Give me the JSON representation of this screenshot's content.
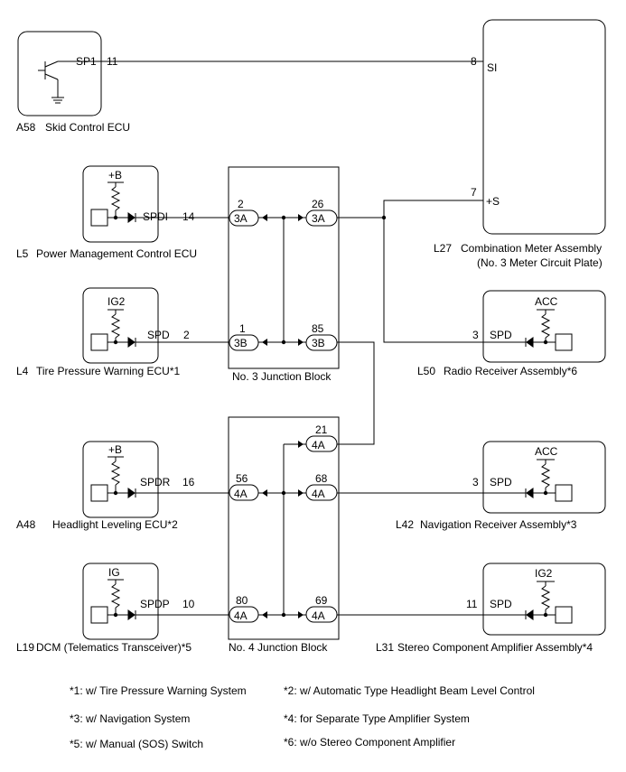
{
  "components": {
    "a58": {
      "code": "A58",
      "name": "Skid Control ECU",
      "signal": "SP1",
      "pin": "11"
    },
    "meter": {
      "code": "L27",
      "name": "Combination Meter Assembly",
      "subname": "(No. 3 Meter Circuit Plate)",
      "pin_si": "8",
      "label_si": "SI",
      "pin_s": "7",
      "label_s": "+S"
    },
    "l5": {
      "code": "L5",
      "name": "Power Management Control ECU",
      "supply": "+B",
      "signal": "SPDI",
      "pin": "14"
    },
    "l4": {
      "code": "L4",
      "name": "Tire Pressure Warning ECU*1",
      "supply": "IG2",
      "signal": "SPD",
      "pin": "2"
    },
    "l50": {
      "code": "L50",
      "name": "Radio Receiver Assembly*6",
      "supply": "ACC",
      "signal": "SPD",
      "pin": "3"
    },
    "a48": {
      "code": "A48",
      "name": "Headlight Leveling ECU*2",
      "supply": "+B",
      "signal": "SPDR",
      "pin": "16"
    },
    "l42": {
      "code": "L42",
      "name": "Navigation Receiver Assembly*3",
      "supply": "ACC",
      "signal": "SPD",
      "pin": "3"
    },
    "l19": {
      "code": "L19",
      "name": "DCM (Telematics Transceiver)*5",
      "supply": "IG",
      "signal": "SPDP",
      "pin": "10"
    },
    "l31": {
      "code": "L31",
      "name": "Stereo Component Amplifier Assembly*4",
      "supply": "IG2",
      "signal": "SPD",
      "pin": "11"
    }
  },
  "junction3": {
    "name": "No. 3 Junction Block",
    "c1": {
      "pin": "2",
      "conn": "3A"
    },
    "c2": {
      "pin": "26",
      "conn": "3A"
    },
    "c3": {
      "pin": "1",
      "conn": "3B"
    },
    "c4": {
      "pin": "85",
      "conn": "3B"
    }
  },
  "junction4": {
    "name": "No. 4 Junction Block",
    "c1": {
      "pin": "21",
      "conn": "4A"
    },
    "c2": {
      "pin": "56",
      "conn": "4A"
    },
    "c3": {
      "pin": "68",
      "conn": "4A"
    },
    "c4": {
      "pin": "80",
      "conn": "4A"
    },
    "c5": {
      "pin": "69",
      "conn": "4A"
    }
  },
  "notes": [
    "*1: w/ Tire Pressure Warning System",
    "*2: w/ Automatic Type Headlight Beam Level Control",
    "*3: w/ Navigation System",
    "*4: for Separate Type Amplifier System",
    "*5: w/ Manual (SOS) Switch",
    "*6: w/o Stereo Component Amplifier"
  ]
}
